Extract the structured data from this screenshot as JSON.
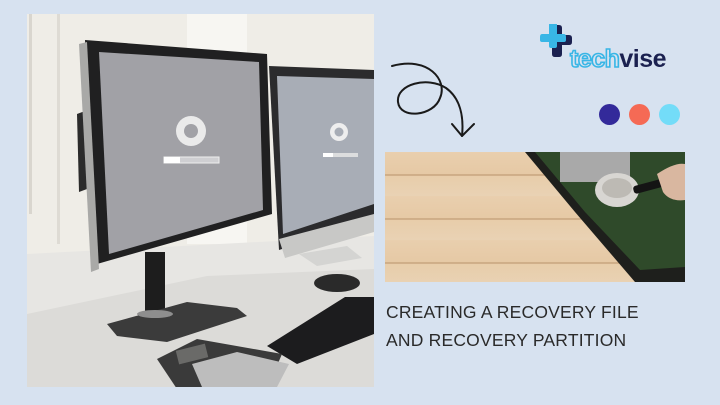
{
  "brand": {
    "name_part1": "tech",
    "name_part2": "vise",
    "icon": "plus-cross-logo-icon",
    "colors": {
      "cyan": "#38b6e6",
      "navy": "#1b2150"
    }
  },
  "decor": {
    "dots": [
      {
        "color": "#332a9a"
      },
      {
        "color": "#f56a55"
      },
      {
        "color": "#73dcf8"
      }
    ],
    "arrow_icon": "curly-arrow-icon"
  },
  "images": {
    "left": {
      "description": "Two desktop monitors showing loading gear and progress bar, keyboard, mouse, calculator on desk"
    },
    "right": {
      "description": "Opened hard disk drive being repaired on wooden desk"
    }
  },
  "headline": {
    "line1": "CREATING A RECOVERY FILE",
    "line2": "AND RECOVERY PARTITION"
  },
  "background": "#d7e2f0"
}
